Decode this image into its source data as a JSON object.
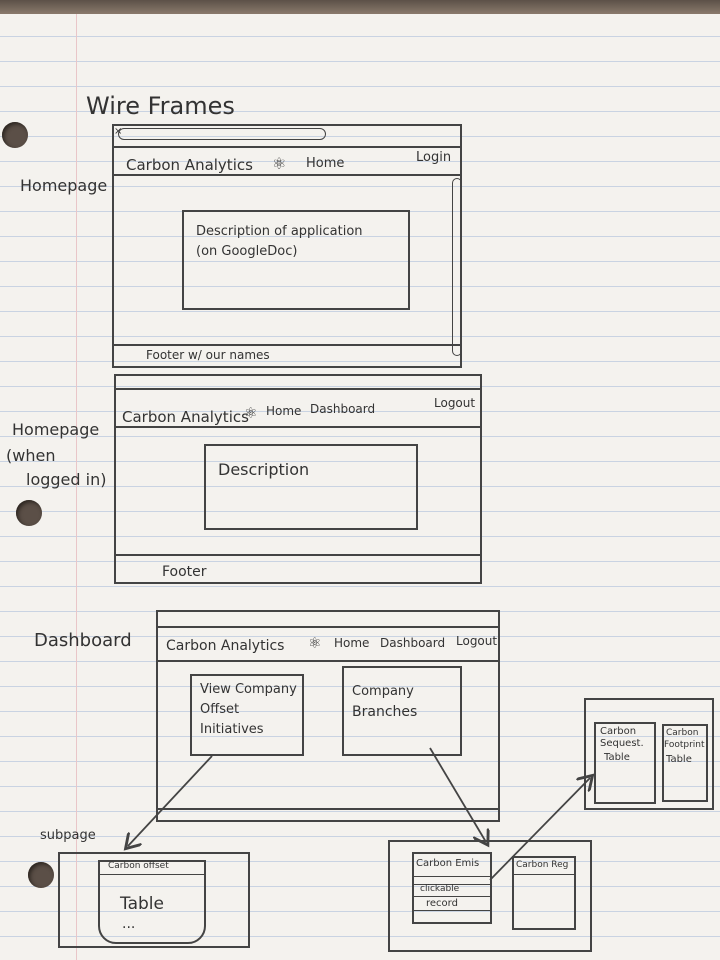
{
  "title": "Wire Frames",
  "labels": {
    "homepage": "Homepage",
    "homepage_logged_in_1": "Homepage",
    "homepage_logged_in_2": "(when",
    "homepage_logged_in_3": "logged in)",
    "dashboard": "Dashboard",
    "subpage": "subpage"
  },
  "frame1": {
    "brand": "Carbon Analytics",
    "nav_home": "Home",
    "login": "Login",
    "description_line1": "Description of application",
    "description_line2": "(on GoogleDoc)",
    "footer": "Footer w/ our names"
  },
  "frame2": {
    "brand": "Carbon Analytics",
    "nav_home": "Home",
    "nav_dashboard": "Dashboard",
    "logout": "Logout",
    "description": "Description",
    "footer": "Footer"
  },
  "frame3": {
    "brand": "Carbon Analytics",
    "nav_home": "Home",
    "nav_dashboard": "Dashboard",
    "logout": "Logout",
    "card1_line1": "View Company",
    "card1_line2": "Offset",
    "card1_line3": "Initiatives",
    "card2_line1": "Company",
    "card2_line2": "Branches"
  },
  "subpage_box": {
    "header": "Carbon offset",
    "table": "Table",
    "ellipsis": "..."
  },
  "branches_box": {
    "carbon_emis": "Carbon Emis",
    "clickable": "clickable",
    "record": "record",
    "carbon_reg": "Carbon Reg"
  },
  "tables_box": {
    "sequest_1": "Carbon",
    "sequest_2": "Sequest.",
    "sequest_3": "Table",
    "footprint_1": "Carbon",
    "footprint_2": "Footprint",
    "footprint_3": "Table"
  },
  "colors": {
    "paper": "#f4f2ee",
    "ink": "#3a3a3a",
    "rule": "#c9d3e2"
  }
}
